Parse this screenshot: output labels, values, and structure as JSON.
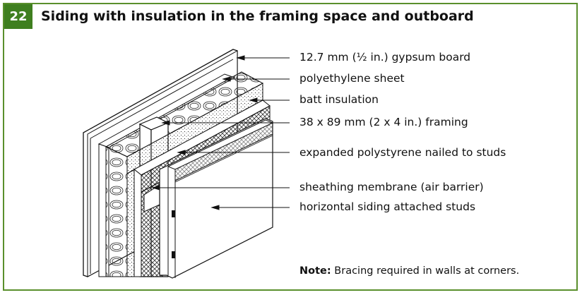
{
  "figure": {
    "number": "22",
    "title": "Siding with insulation in the framing space and outboard"
  },
  "labels": [
    "12.7 mm (½ in.) gypsum board",
    "polyethylene sheet",
    "batt insulation",
    "38 x 89 mm (2 x 4 in.) framing",
    "expanded polystyrene nailed to studs",
    "sheathing membrane (air barrier)",
    "horizontal siding attached studs"
  ],
  "note": {
    "prefix": "Note:",
    "text": "Bracing required in walls at corners."
  },
  "colors": {
    "accent": "#3f7f1f",
    "border": "#5a8f2c"
  }
}
